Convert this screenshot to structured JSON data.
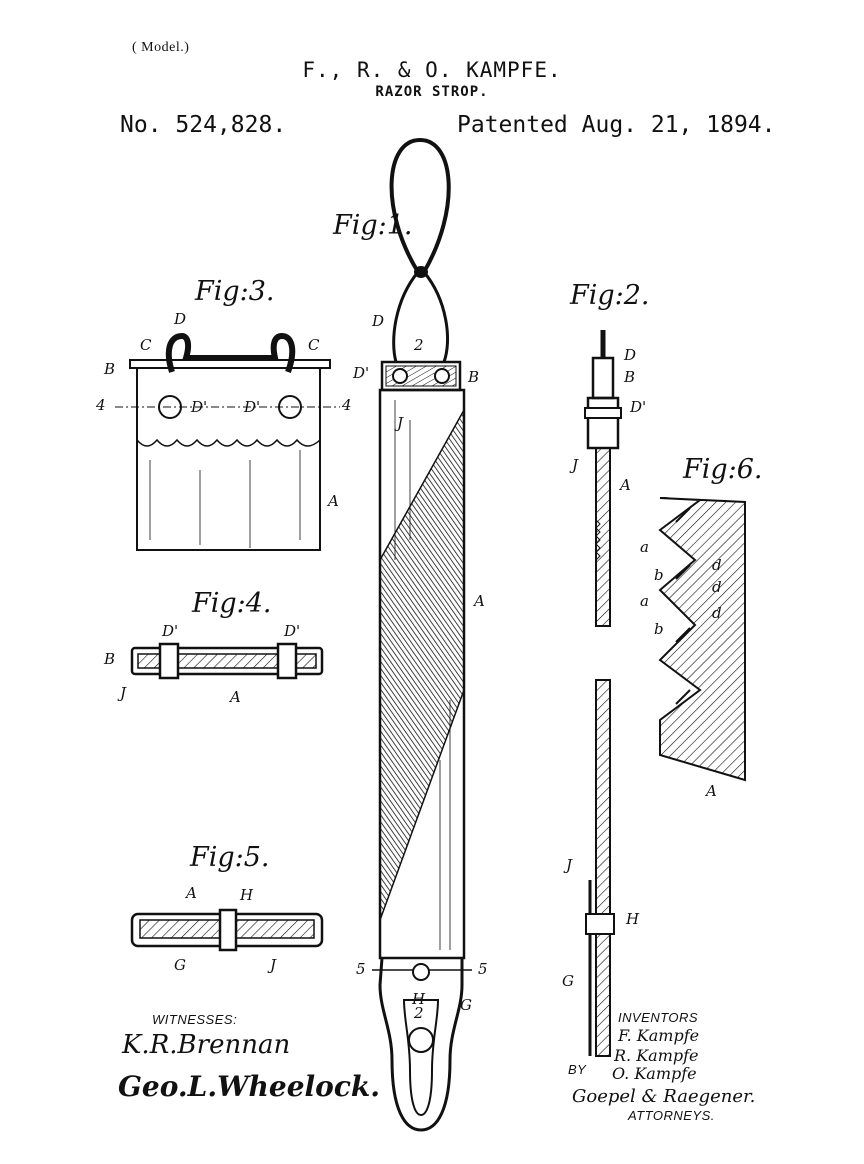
{
  "header": {
    "model": "( Model.)",
    "inventors": "F., R. & O. KAMPFE.",
    "title": "RAZOR STROP.",
    "patent_no": "No. 524,828.",
    "patent_date": "Patented Aug. 21, 1894."
  },
  "figures": {
    "fig1": "Fig:1.",
    "fig2": "Fig:2.",
    "fig3": "Fig:3.",
    "fig4": "Fig:4.",
    "fig5": "Fig:5.",
    "fig6": "Fig:6."
  },
  "labels": {
    "A": "A",
    "B": "B",
    "C": "C",
    "D": "D",
    "D_prime": "D'",
    "J": "J",
    "H": "H",
    "G": "G",
    "a": "a",
    "b": "b",
    "d": "d",
    "n2": "2",
    "n4": "4",
    "n5": "5"
  },
  "witnesses": {
    "heading": "WITNESSES:",
    "sig1": "K.R.Brennan",
    "sig2": "Geo.L.Wheelock."
  },
  "inventors_block": {
    "heading": "INVENTORS",
    "sig1": "F. Kampfe",
    "by": "BY",
    "sig2": "R. Kampfe",
    "sig3": "O. Kampfe",
    "attorneys_sig": "Goepel & Raegener.",
    "attorneys": "ATTORNEYS."
  }
}
